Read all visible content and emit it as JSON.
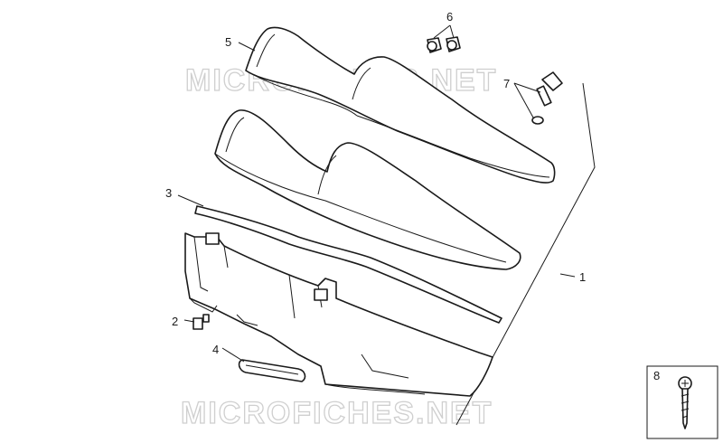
{
  "watermark": {
    "text_top": "MICROFICHES.NET",
    "text_bottom": "MICROFICHES.NET"
  },
  "callouts": [
    {
      "id": "1",
      "label": "1"
    },
    {
      "id": "2",
      "label": "2"
    },
    {
      "id": "3",
      "label": "3"
    },
    {
      "id": "4",
      "label": "4"
    },
    {
      "id": "5",
      "label": "5"
    },
    {
      "id": "6",
      "label": "6"
    },
    {
      "id": "7",
      "label": "7"
    },
    {
      "id": "8",
      "label": "8"
    }
  ],
  "colors": {
    "line": "#1a1a1a",
    "watermark": "#cfcfcf",
    "background": "#ffffff"
  }
}
